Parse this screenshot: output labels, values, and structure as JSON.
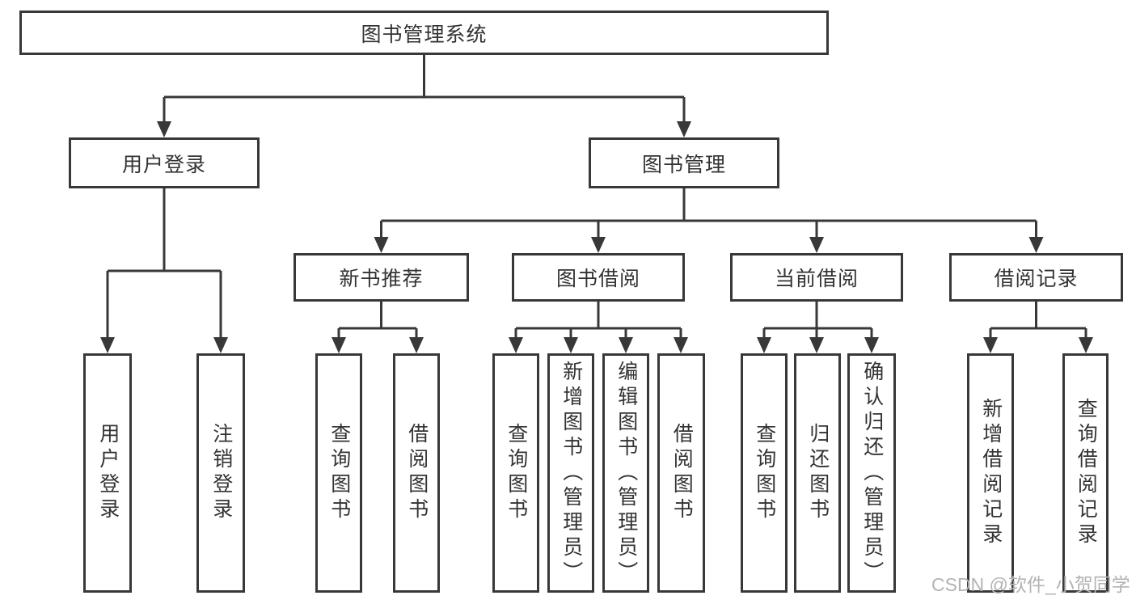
{
  "page": {
    "background": "#ffffff"
  },
  "colors": {
    "line": "#383838",
    "box_border": "#383838",
    "text": "#333333",
    "watermark": "#b3b3b3"
  },
  "watermark": {
    "text": "CSDN @软件_小贺同学"
  },
  "tree": {
    "root": {
      "label": "图书管理系统"
    },
    "branches": [
      {
        "label": "用户登录",
        "leaves": [
          {
            "label": "用户登录"
          },
          {
            "label": "注销登录"
          }
        ]
      },
      {
        "label": "图书管理",
        "groups": [
          {
            "label": "新书推荐",
            "leaves": [
              {
                "label": "查询图书"
              },
              {
                "label": "借阅图书"
              }
            ]
          },
          {
            "label": "图书借阅",
            "leaves": [
              {
                "label": "查询图书"
              },
              {
                "label": "新增图书（管理员）"
              },
              {
                "label": "编辑图书（管理员）"
              },
              {
                "label": "借阅图书"
              }
            ]
          },
          {
            "label": "当前借阅",
            "leaves": [
              {
                "label": "查询图书"
              },
              {
                "label": "归还图书"
              },
              {
                "label": "确认归还（管理员）"
              }
            ]
          },
          {
            "label": "借阅记录",
            "leaves": [
              {
                "label": "新增借阅记录"
              },
              {
                "label": "查询借阅记录"
              }
            ]
          }
        ]
      }
    ]
  }
}
